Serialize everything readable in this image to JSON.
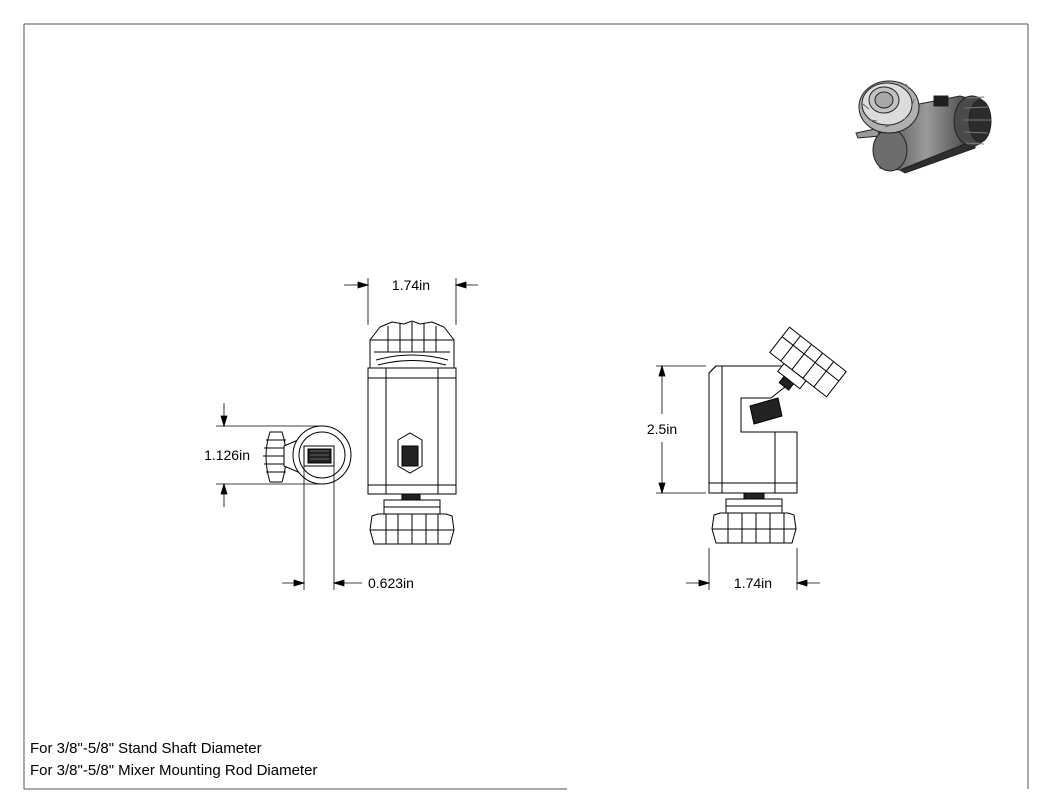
{
  "drawing": {
    "dimensions": {
      "front_width": "1.74in",
      "front_height": "1.126in",
      "front_depth": "0.623in",
      "side_height": "2.5in",
      "side_width": "1.74in"
    },
    "notes": [
      "For 3/8\"-5/8\" Stand Shaft Diameter",
      "For 3/8\"-5/8\" Mixer Mounting Rod Diameter"
    ],
    "colors": {
      "line": "#000000",
      "frame": "#555555",
      "shade_dark": "#3a3a3a",
      "shade_mid": "#8a8a8a",
      "shade_light": "#c8c8c8"
    }
  }
}
